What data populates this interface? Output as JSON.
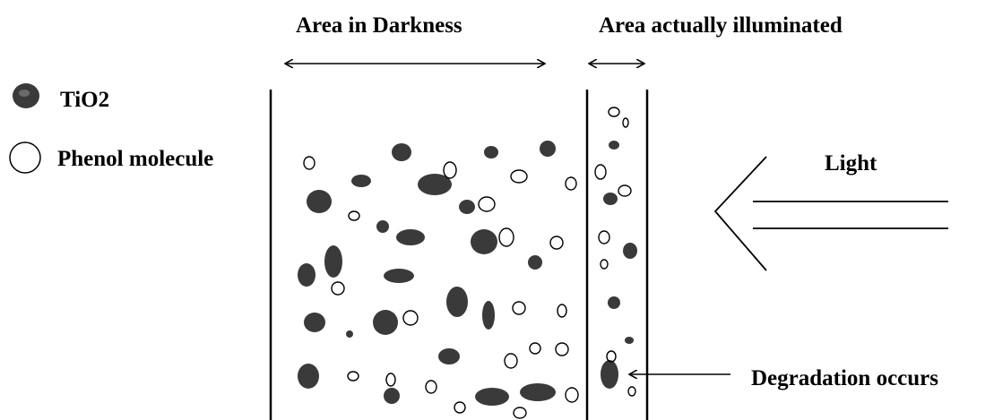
{
  "labels": {
    "area_darkness": "Area in Darkness",
    "area_illuminated": "Area actually illuminated",
    "legend_tio2": "TiO2",
    "legend_phenol": "Phenol molecule",
    "light": "Light",
    "degradation": "Degradation occurs"
  },
  "colors": {
    "ink": "#000000",
    "particle_fill": "#3a3a3a",
    "background": "#ffffff"
  },
  "icons": {
    "tio2": "tio2-particle-icon",
    "phenol": "phenol-molecule-icon"
  }
}
